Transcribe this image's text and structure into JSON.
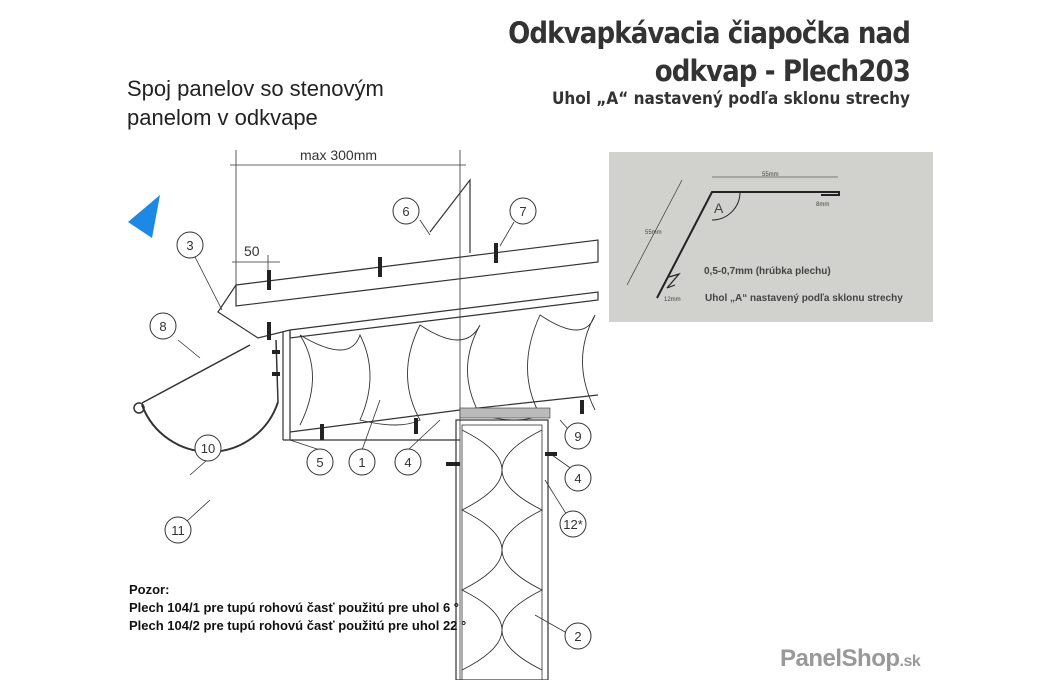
{
  "title": {
    "line1": "Odkvapkávacia čiapočka nad",
    "line2": "odkvap - Plech203"
  },
  "subtitle": "Uhol „A“ nastavený podľa sklonu strechy",
  "left_title": {
    "line1": "Spoj panelov so stenovým",
    "line2": "panelom v odkvape"
  },
  "drawing": {
    "dimension_max": "max 300mm",
    "dimension_50": "50",
    "callouts": [
      "3",
      "6",
      "7",
      "8",
      "10",
      "11",
      "5",
      "1",
      "4",
      "9",
      "4",
      "12*",
      "2"
    ]
  },
  "detail": {
    "dim_top": "55mm",
    "dim_side": "55mm",
    "dim_hem": "8mm",
    "dim_tip": "12mm",
    "angle_label": "A",
    "thickness": "0,5-0,7mm (hrúbka plechu)",
    "angle_note": "Uhol „A“ nastavený podľa sklonu strechy",
    "background": "#d1d1cd"
  },
  "note": {
    "heading": "Pozor:",
    "line1": "Plech 104/1 pre tupú rohovú časť použitú pre uhol 6 °",
    "line2": "Plech 104/2 pre tupú rohovú časť použitú pre uhol 22 °"
  },
  "brand": {
    "name": "PanelShop",
    "tld": ".sk"
  },
  "colors": {
    "pointer": "#1e88e5",
    "text": "#333333",
    "brand": "#999999"
  }
}
